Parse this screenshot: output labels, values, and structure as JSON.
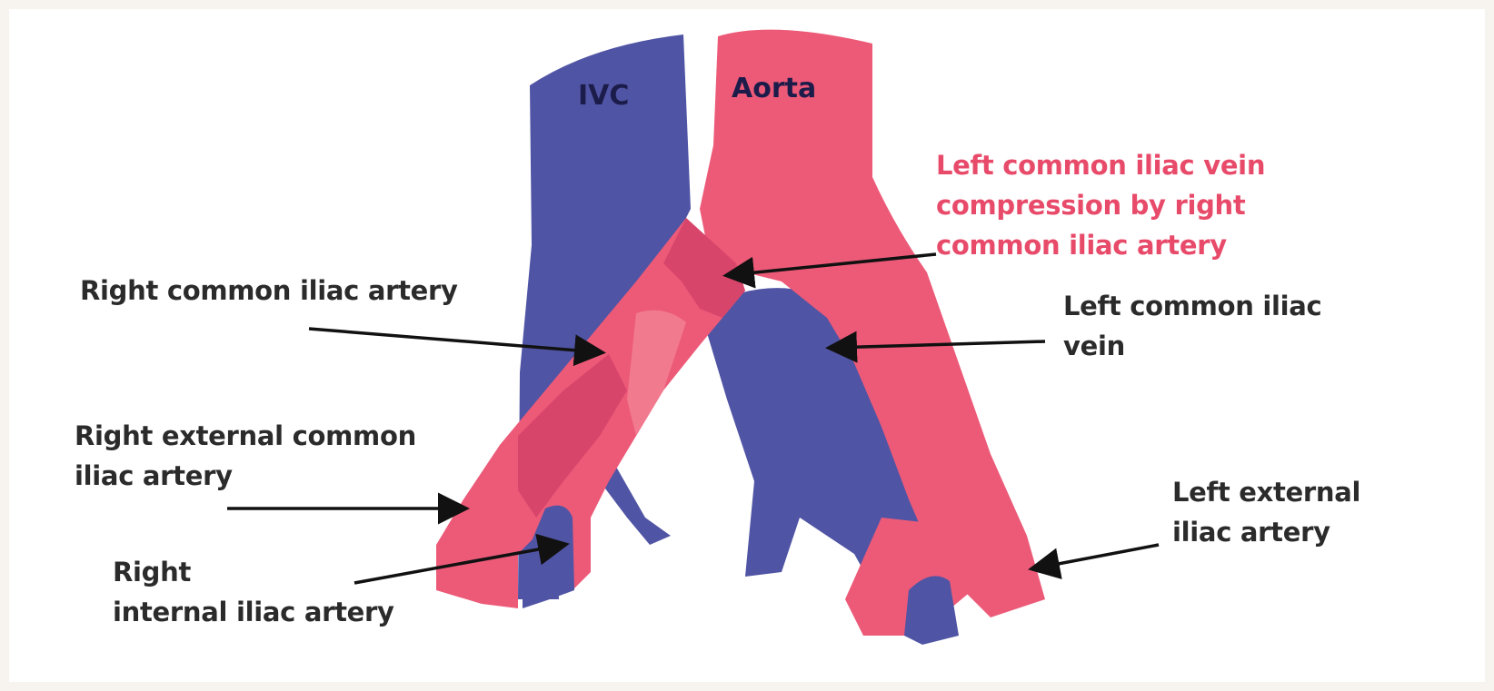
{
  "colors": {
    "vein": "#5054a4",
    "artery": "#ec5a78",
    "artery_overlap": "#d8456b",
    "artery_light": "#f27a8f",
    "label_text": "#2b2b2b",
    "highlight_text": "#e84a6a"
  },
  "vessels": {
    "ivc": "IVC",
    "aorta": "Aorta"
  },
  "labels": {
    "compression": "Left common iliac vein\ncompression by right\ncommon iliac artery",
    "right_common_iliac_artery": "Right common iliac artery",
    "left_common_iliac_vein": "Left common iliac\nvein",
    "right_external_iliac_artery": "Right external common\niliac artery",
    "left_external_iliac_artery": "Left external\niliac artery",
    "right_internal_iliac_artery": "Right\ninternal iliac artery"
  }
}
